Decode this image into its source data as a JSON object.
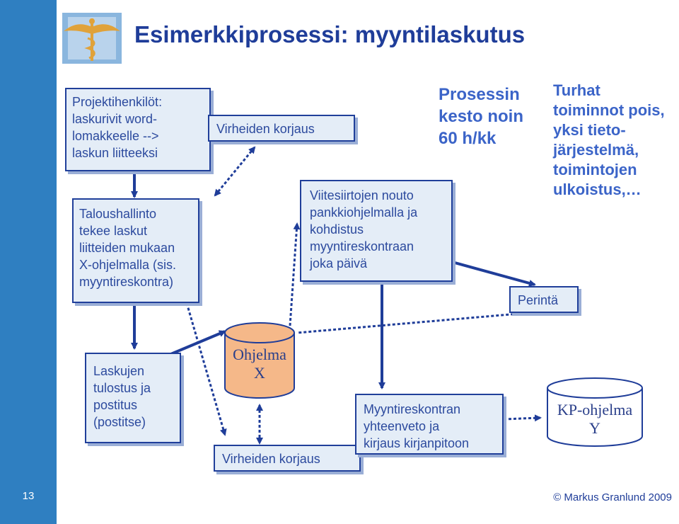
{
  "title": "Esimerkkiprosessi: myyntilaskutus",
  "boxes": {
    "personnel": "Projektihenkilöt:\nlaskurivit word-\nlomakkeelle -->\nlaskun liitteeksi",
    "finance": "Taloushallinto\ntekee laskut\nliitteiden mukaan\nX-ohjelmalla (sis.\nmyyntireskontra)",
    "fix_top": "Virheiden korjaus",
    "bank": "Viitesiirtojen nouto\npankkiohjelmalla ja\nkohdistus\nmyyntireskontraan\njoka päivä",
    "collection": "Perintä",
    "print": "Laskujen\ntulostus ja\npostitus\n(postitse)",
    "fix_bottom": "Virheiden korjaus",
    "summary": "Myyntireskontran\nyhteenveto ja\nkirjaus kirjanpitoon"
  },
  "cylinders": {
    "program_x": "Ohjelma\nX",
    "program_kp": "KP-ohjelma\nY"
  },
  "notes": {
    "duration": "Prosessin\nkesto noin\n60 h/kk",
    "improvements": "Turhat\ntoiminnot pois,\nyksi tieto-\njärjestelmä,\ntoimintojen\nulkoistus,…"
  },
  "footer": {
    "page_number": "13",
    "copyright": "© Markus Granlund 2009"
  },
  "colors": {
    "sidebar": "#2f7fc1",
    "title": "#1f3d99",
    "box_fill": "#e4edf7",
    "box_border": "#203f9a",
    "arrow": "#1f3d99",
    "cylinder_fill": "#f5b889",
    "note": "#3b64c8"
  },
  "icons": {
    "logo": "caduceus-icon"
  }
}
